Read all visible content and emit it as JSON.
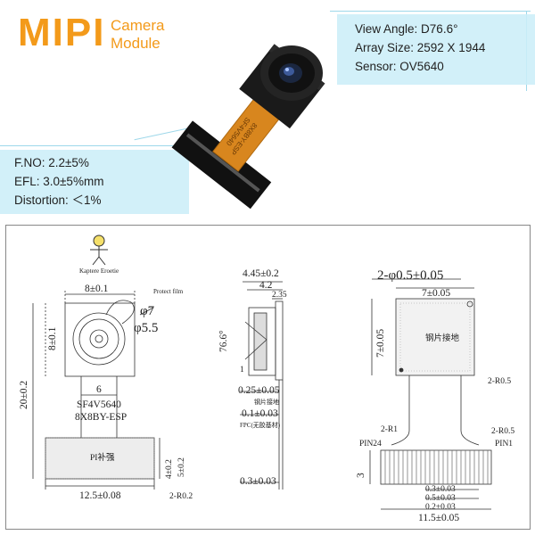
{
  "header": {
    "title_main": "MIPI",
    "title_line1": "Camera",
    "title_line2": "Module"
  },
  "specs_right": [
    "View Angle: D76.6°",
    "Array Size: 2592 X 1944",
    "Sensor: OV5640"
  ],
  "specs_left": [
    "F.NO: 2.2±5%",
    "EFL: 3.0±5%mm",
    "Distortion: ＜1%"
  ],
  "product_photo": {
    "flex_text_1": "SF4V5640",
    "flex_text_2": "8X8BY-ESP"
  },
  "colors": {
    "brand_orange": "#f39a1a",
    "spec_box_bg": "#cceef8",
    "flex_cable": "#d8861e",
    "module_body": "#1a1a1a"
  },
  "drawing": {
    "logo_text": "Kaptere Eroetie",
    "front": {
      "width_top": "8±0.1",
      "protect_film": "Protect film",
      "phi7": "φ7",
      "phi5_5": "φ5.5",
      "height_body": "8±0.1",
      "total_height": "20±0.2",
      "flex_width": "6",
      "label_1": "SF4V5640",
      "label_2": "8X8BY-ESP",
      "pi_label": "PI补强",
      "pi_h1": "4±0.2",
      "pi_h2": "5±0.2",
      "bottom_width": "12.5±0.08",
      "corner_r": "2-R0.2"
    },
    "side": {
      "total_thick": "4.45±0.2",
      "lens_thick": "4.2",
      "top_thick": "2.35",
      "angle": "76.6°",
      "one": "1",
      "fpc_thick": "0.25±0.05",
      "fpc_label": "钢片接地",
      "cover_thick": "0.1±0.03",
      "cover_label": "FPC(无胶基材)",
      "bottom_thick": "0.3±0.03"
    },
    "back": {
      "holes": "2-φ0.5±0.05",
      "steel_w": "7±0.05",
      "steel_h": "7±0.05",
      "steel_label": "钢片接地",
      "r05_upper": "2-R0.5",
      "r1": "2-R1",
      "r05_lower": "2-R0.5",
      "pin24": "PIN24",
      "pin1": "PIN1",
      "conn_h": "3",
      "pitch1": "0.3±0.03",
      "pitch2": "0.5±0.03",
      "pitch3": "0.2±0.03",
      "total_w": "11.5±0.05"
    }
  }
}
